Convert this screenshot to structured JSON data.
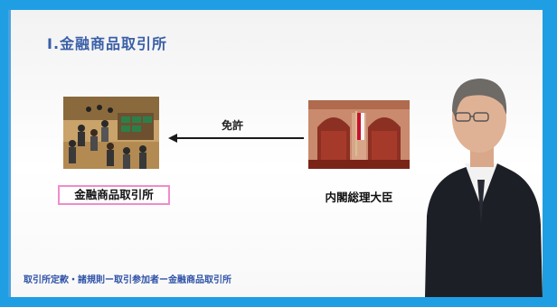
{
  "slide": {
    "title": "I.金融商品取引所",
    "arrow_label": "免許",
    "left_caption": "金融商品取引所",
    "right_caption": "内閣総理大臣",
    "footer": "取引所定款・諸規則ー取引参加者ー金融商品取引所"
  },
  "colors": {
    "frame": "#1f9ee3",
    "title": "#3a5fa8",
    "highlight_border": "#f08ccb",
    "footer": "#2f52a8"
  }
}
